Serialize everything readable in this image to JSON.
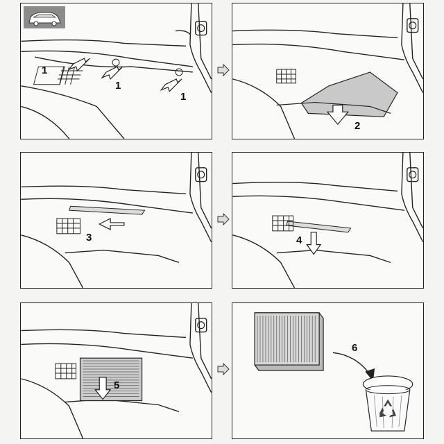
{
  "steps": [
    {
      "id": 1,
      "label": "1"
    },
    {
      "id": 2,
      "label": "2"
    },
    {
      "id": 3,
      "label": "3"
    },
    {
      "id": 4,
      "label": "4"
    },
    {
      "id": 5,
      "label": "5"
    },
    {
      "id": 6,
      "label": "6"
    }
  ],
  "panel1": {
    "labels": [
      "1",
      "1",
      "1"
    ]
  },
  "colors": {
    "line": "#222222",
    "shade": "#c9c9c9",
    "thumb": "#8b8b8b",
    "paper": "#fafaf8",
    "recycle": "#444444"
  },
  "icons": [
    "car-icon",
    "recycle-icon",
    "step-arrow-icon",
    "cabin-filter-icon",
    "trash-bin-icon",
    "knob-icon"
  ]
}
